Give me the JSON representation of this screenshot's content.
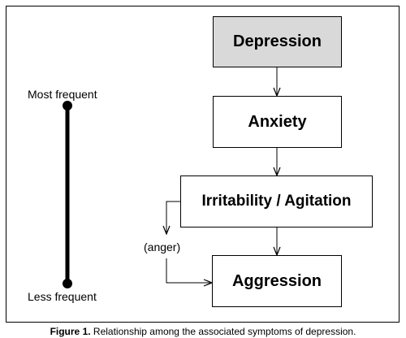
{
  "diagram": {
    "boxes": {
      "depression": {
        "label": "Depression",
        "fill": "#d9d9d9"
      },
      "anxiety": {
        "label": "Anxiety",
        "fill": "#ffffff"
      },
      "irritability": {
        "label": "Irritability / Agitation",
        "fill": "#ffffff"
      },
      "aggression": {
        "label": "Aggression",
        "fill": "#ffffff"
      }
    },
    "anger_label": "(anger)",
    "scale": {
      "top_label": "Most frequent",
      "bottom_label": "Less frequent"
    }
  },
  "caption": {
    "figure_label": "Figure 1.",
    "text": " Relationship among the associated symptoms of depression."
  }
}
